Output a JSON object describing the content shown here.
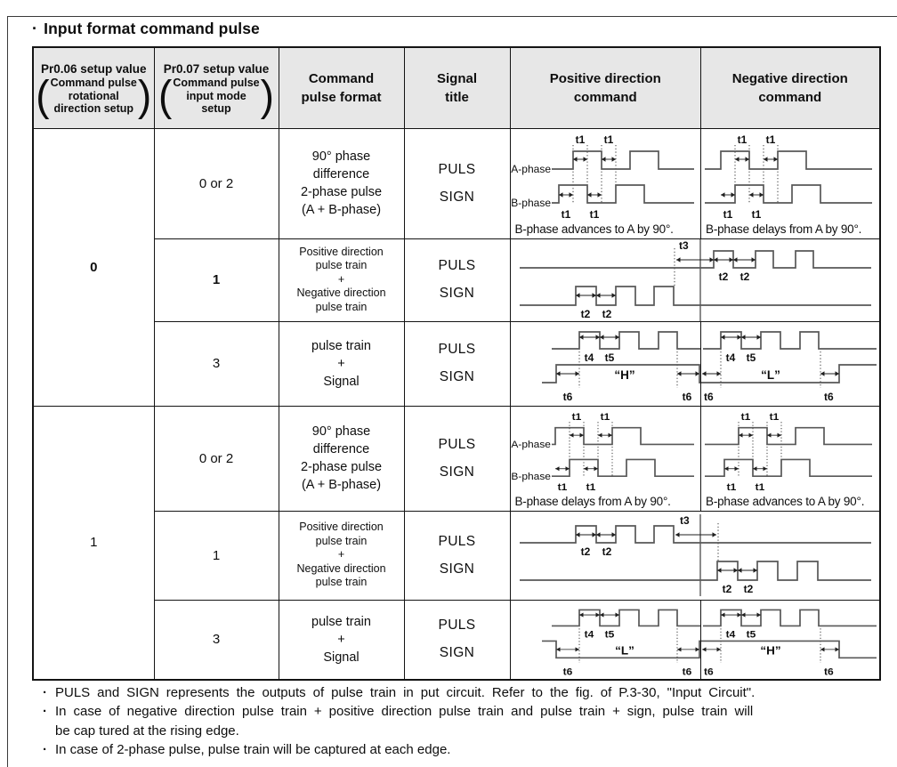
{
  "page": {
    "bullet": "·",
    "title": "Input format command pulse"
  },
  "header": {
    "col1_line1": "Pr0.06 setup value",
    "col1_paren": [
      "Command pulse",
      "rotational",
      "direction setup"
    ],
    "col2_line1": "Pr0.07 setup value",
    "col2_paren": [
      "Command pulse",
      "input mode",
      "setup"
    ],
    "col3": [
      "Command",
      "pulse format"
    ],
    "col4": [
      "Signal",
      "title"
    ],
    "col5": [
      "Positive direction",
      "command"
    ],
    "col6": [
      "Negative direction",
      "command"
    ]
  },
  "timing": {
    "t1": "t1",
    "t2": "t2",
    "t3": "t3",
    "t4": "t4",
    "t5": "t5",
    "t6": "t6"
  },
  "groups": [
    {
      "pr006": "0",
      "rows": [
        {
          "pr007": "0 or 2",
          "format": [
            "90° phase",
            "difference",
            "2-phase pulse",
            "(A + B-phase)"
          ],
          "signals": [
            "PULS",
            "SIGN"
          ],
          "pos": {
            "a_label": "A-phase",
            "b_label": "B-phase",
            "caption": "B-phase advances to A by 90°."
          },
          "neg": {
            "caption": "B-phase delays from A by 90°."
          }
        },
        {
          "pr007": "1",
          "format": [
            "Positive direction",
            "pulse train",
            "+",
            "Negative direction",
            "pulse train"
          ],
          "signals": [
            "PULS",
            "SIGN"
          ]
        },
        {
          "pr007": "3",
          "format": [
            "pulse train",
            "+",
            "Signal"
          ],
          "signals": [
            "PULS",
            "SIGN"
          ],
          "pos": {
            "level": "“H”"
          },
          "neg": {
            "level": "“L”"
          }
        }
      ]
    },
    {
      "pr006": "1",
      "rows": [
        {
          "pr007": "0 or 2",
          "format": [
            "90° phase",
            "difference",
            "2-phase pulse",
            "(A + B-phase)"
          ],
          "signals": [
            "PULS",
            "SIGN"
          ],
          "pos": {
            "a_label": "A-phase",
            "b_label": "B-phase",
            "caption": "B-phase delays from A by 90°."
          },
          "neg": {
            "caption": "B-phase advances to A by 90°."
          }
        },
        {
          "pr007": "1",
          "format": [
            "Positive direction",
            "pulse train",
            "+",
            "Negative direction",
            "pulse train"
          ],
          "signals": [
            "PULS",
            "SIGN"
          ]
        },
        {
          "pr007": "3",
          "format": [
            "pulse train",
            "+",
            "Signal"
          ],
          "signals": [
            "PULS",
            "SIGN"
          ],
          "pos": {
            "level": "“L”"
          },
          "neg": {
            "level": "“H”"
          }
        }
      ]
    }
  ],
  "notes": [
    {
      "bullet": "·",
      "text": "PULS and SIGN represents the outputs of pulse train in put circuit. Refer to the fig. of P.3-30, \"Input Circuit\"."
    },
    {
      "bullet": "·",
      "text": "In case of negative direction pulse train + positive direction pulse train and pulse train + sign, pulse train will"
    },
    {
      "bullet": "",
      "text": "be cap tured at the rising edge."
    },
    {
      "bullet": "·",
      "text": "In case of 2-phase pulse, pulse train will be captured at each edge."
    }
  ]
}
